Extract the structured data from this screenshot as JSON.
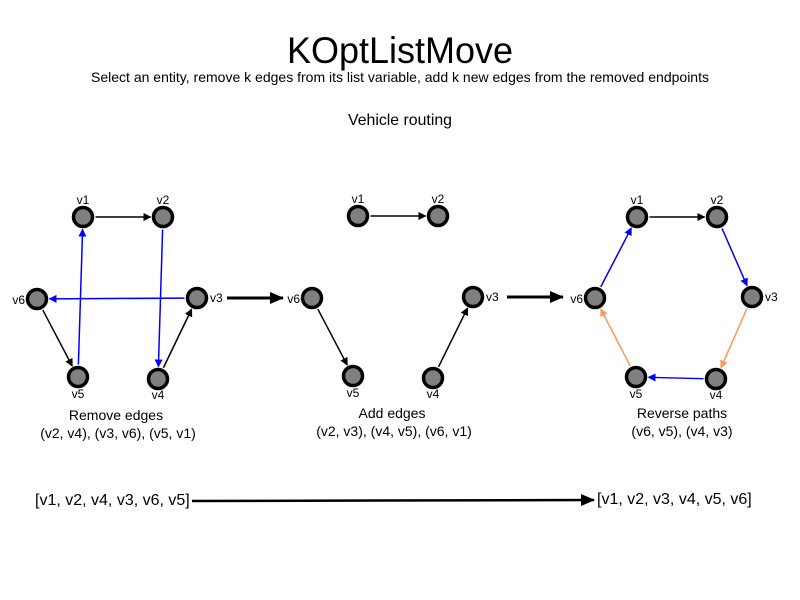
{
  "header": {
    "title": "KOptListMove",
    "subtitle": "Select an entity, remove k edges from its list variable, add k new edges from the removed endpoints",
    "section": "Vehicle routing"
  },
  "colors": {
    "node_fill": "#808080",
    "node_stroke": "#000000",
    "edge_default": "#000000",
    "edge_removed_added": "#0000ff",
    "edge_reversed": "#ff9955"
  },
  "steps": [
    {
      "caption_line1": "Remove edges",
      "caption_line2": "(v2, v4), (v3, v6), (v5, v1)",
      "vertices": [
        "v1",
        "v2",
        "v3",
        "v4",
        "v5",
        "v6"
      ],
      "edges": [
        {
          "from": "v1",
          "to": "v2",
          "color": "#000000"
        },
        {
          "from": "v2",
          "to": "v4",
          "color": "#0000ff"
        },
        {
          "from": "v3",
          "to": "v6",
          "color": "#0000ff"
        },
        {
          "from": "v5",
          "to": "v1",
          "color": "#0000ff"
        },
        {
          "from": "v6",
          "to": "v5",
          "color": "#000000"
        },
        {
          "from": "v4",
          "to": "v3",
          "color": "#000000"
        }
      ]
    },
    {
      "caption_line1": "Add edges",
      "caption_line2": "(v2, v3), (v4, v5), (v6, v1)",
      "vertices": [
        "v1",
        "v2",
        "v3",
        "v4",
        "v5",
        "v6"
      ],
      "edges": [
        {
          "from": "v1",
          "to": "v2",
          "color": "#000000"
        },
        {
          "from": "v6",
          "to": "v5",
          "color": "#000000"
        },
        {
          "from": "v4",
          "to": "v3",
          "color": "#000000"
        }
      ]
    },
    {
      "caption_line1": "Reverse paths",
      "caption_line2": "(v6, v5), (v4, v3)",
      "vertices": [
        "v1",
        "v2",
        "v3",
        "v4",
        "v5",
        "v6"
      ],
      "edges": [
        {
          "from": "v1",
          "to": "v2",
          "color": "#000000"
        },
        {
          "from": "v2",
          "to": "v3",
          "color": "#0000ff"
        },
        {
          "from": "v3",
          "to": "v4",
          "color": "#ff9955"
        },
        {
          "from": "v4",
          "to": "v5",
          "color": "#0000ff"
        },
        {
          "from": "v5",
          "to": "v6",
          "color": "#ff9955"
        },
        {
          "from": "v6",
          "to": "v1",
          "color": "#0000ff"
        }
      ]
    }
  ],
  "routes": {
    "before": "[v1, v2, v4, v3, v6, v5]",
    "after": "[v1, v2, v3, v4, v5, v6]"
  }
}
